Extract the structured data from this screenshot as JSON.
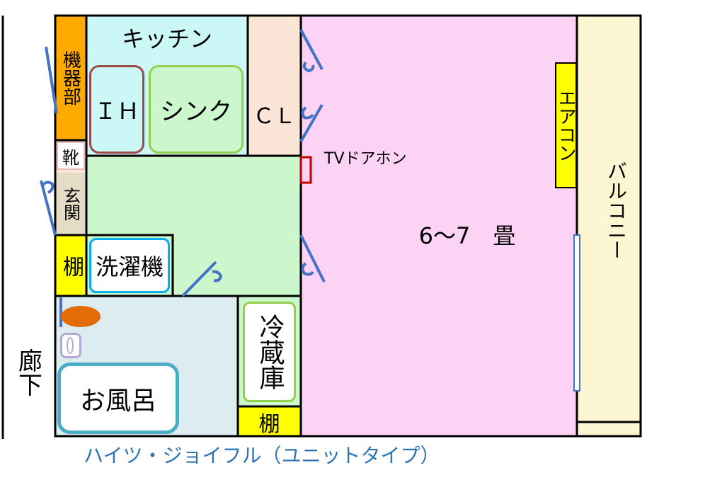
{
  "rooms": {
    "kitchen": "キッチン",
    "ih": "ＩＨ",
    "sink": "シンク",
    "closet": "ＣＬ",
    "equipment": "機器部",
    "shoes": "靴",
    "entrance": "玄関",
    "shelf_top": "棚",
    "washer": "洗濯機",
    "bath": "お風呂",
    "fridge": "冷蔵庫",
    "shelf_bottom": "棚",
    "main_room": "6～7　畳",
    "aircon": "エアコン",
    "balcony": "バルコニー",
    "hallway": "廊下",
    "intercom": "TVドアホン"
  },
  "caption": "ハイツ・ジョイフル（ユニットタイプ）",
  "colors": {
    "kitchen": "#ccf7f7",
    "entry_area": "#ccf7cc",
    "main_room": "#fcd2f5",
    "closet": "#fbe5d6",
    "balcony": "#fcf7d2",
    "bath_area": "#dcecf0",
    "yellow": "#ffff00",
    "orange": "#ffaa00",
    "caption": "#2e75b6",
    "door": "#4472c4"
  }
}
